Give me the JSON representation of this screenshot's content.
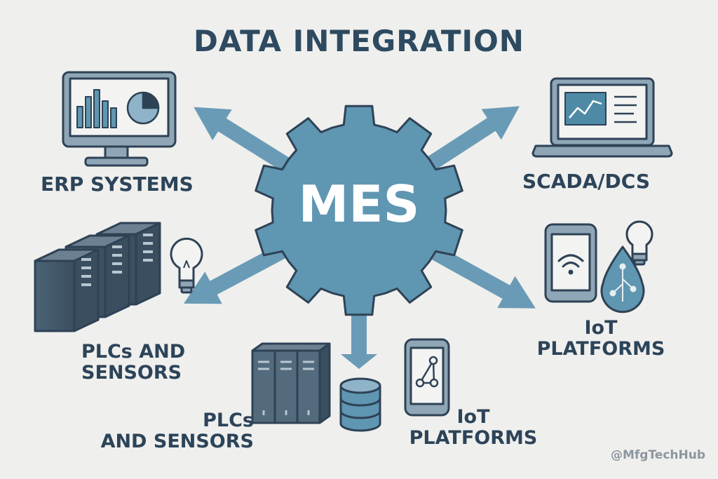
{
  "title": "DATA INTEGRATION",
  "hub": {
    "label": "MES",
    "icon": "gear-icon"
  },
  "colors": {
    "background": "#efefed",
    "gear": "#5f96b1",
    "arrow": "#6a9bb6",
    "outline": "#2e4256",
    "text": "#2c4459"
  },
  "nodes": [
    {
      "id": "erp",
      "label_lines": [
        "ERP SYSTEMS"
      ],
      "icons": [
        "desktop-monitor-icon",
        "bar-chart-icon",
        "pie-chart-icon"
      ]
    },
    {
      "id": "scada",
      "label_lines": [
        "SCADA/DCS"
      ],
      "icons": [
        "laptop-icon",
        "line-chart-icon"
      ]
    },
    {
      "id": "plc-left",
      "label_lines": [
        "PLCs AND",
        "SENSORS"
      ],
      "icons": [
        "server-rack-icon",
        "light-bulb-icon"
      ]
    },
    {
      "id": "iot-right",
      "label_lines": [
        "IoT",
        "PLATFORMS"
      ],
      "icons": [
        "smartphone-icon",
        "wifi-icon",
        "light-bulb-icon",
        "circuit-drop-icon"
      ]
    },
    {
      "id": "plc-bottom",
      "label_lines": [
        "PLCs",
        "AND SENSORS"
      ],
      "icons": [
        "server-rack-icon",
        "database-icon"
      ]
    },
    {
      "id": "iot-bottom",
      "label_lines": [
        "IoT",
        "PLATFORMS"
      ],
      "icons": [
        "smartphone-icon",
        "network-nodes-icon"
      ]
    }
  ],
  "watermark": "@MfgTechHub"
}
